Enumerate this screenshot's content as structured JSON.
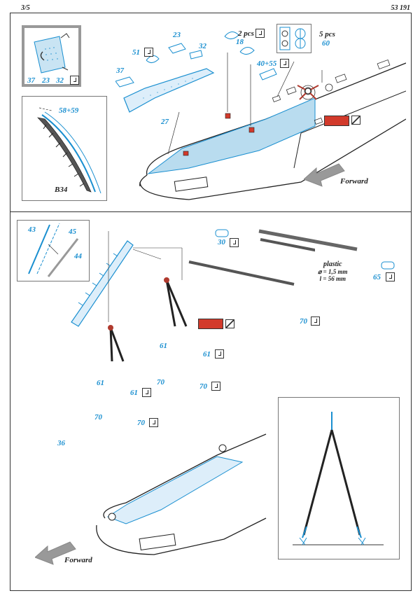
{
  "header": {
    "page": "3/5",
    "kit_code": "53 191"
  },
  "labels": {
    "p37_inset": "37",
    "p23_inset": "23",
    "p32_inset": "32",
    "p5859": "58+59",
    "b34": "B34",
    "p23": "23",
    "p51": "51",
    "p32": "32",
    "p37": "37",
    "p27": "27",
    "p18": "18",
    "p2pcs": "2 pcs",
    "p4055": "40+55",
    "p5pcs": "5 pcs",
    "p60": "60",
    "forward_top": "Forward",
    "p43": "43",
    "p45": "45",
    "p44": "44",
    "p30": "30",
    "p65": "65",
    "plastic": "plastic",
    "dia": "⌀ = 1,5 mm",
    "len": "l = 56 mm",
    "p70_a": "70",
    "p61_a": "61",
    "p61_b": "61",
    "p70_b": "70",
    "p70_c": "70",
    "p61_c": "61",
    "p61_d": "61",
    "p70_d": "70",
    "p70_e": "70",
    "p36": "36",
    "forward_bottom": "Forward"
  },
  "colors": {
    "photo_etch": "#1a8fd0",
    "paint_red": "#d23a2b",
    "deck": "#b9dcef"
  }
}
